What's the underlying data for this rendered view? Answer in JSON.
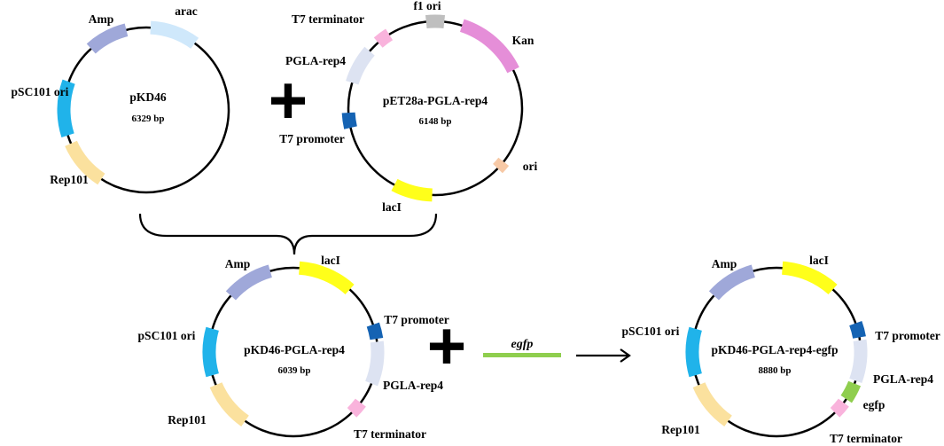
{
  "plasmids": [
    {
      "id": "pkd46",
      "name": "pKD46",
      "size": "6329 bp",
      "features": [
        {
          "label": "Amp",
          "color": "#9fa8d9"
        },
        {
          "label": "arac",
          "color": "#cfe8fb"
        },
        {
          "label": "pSC101 ori",
          "color": "#20b3ea"
        },
        {
          "label": "Rep101",
          "color": "#fbe19e"
        }
      ]
    },
    {
      "id": "pet28a",
      "name": "pET28a-PGLA-rep4",
      "size": "6148 bp",
      "features": [
        {
          "label": "T7 terminator",
          "color": "#f9b3dc"
        },
        {
          "label": "f1 ori",
          "color": "#bfbfbf"
        },
        {
          "label": "Kan",
          "color": "#e58ed8"
        },
        {
          "label": "PGLA-rep4",
          "color": "#dde3f2"
        },
        {
          "label": "T7 promoter",
          "color": "#1563b3"
        },
        {
          "label": "ori",
          "color": "#f7c9a6"
        },
        {
          "label": "lacI",
          "color": "#ffff1a"
        }
      ]
    },
    {
      "id": "pkd46rep4",
      "name": "pKD46-PGLA-rep4",
      "size": "6039 bp",
      "features": [
        {
          "label": "Amp",
          "color": "#9fa8d9"
        },
        {
          "label": "lacI",
          "color": "#ffff1a"
        },
        {
          "label": "T7 promoter",
          "color": "#1563b3"
        },
        {
          "label": "pSC101 ori",
          "color": "#20b3ea"
        },
        {
          "label": "PGLA-rep4",
          "color": "#dde3f2"
        },
        {
          "label": "Rep101",
          "color": "#fbe19e"
        },
        {
          "label": "T7 terminator",
          "color": "#f9b3dc"
        }
      ]
    },
    {
      "id": "pkd46egfp",
      "name": "pKD46-PGLA-rep4-egfp",
      "size": "8880 bp",
      "features": [
        {
          "label": "Amp",
          "color": "#9fa8d9"
        },
        {
          "label": "lacI",
          "color": "#ffff1a"
        },
        {
          "label": "pSC101 ori",
          "color": "#20b3ea"
        },
        {
          "label": "T7 promoter",
          "color": "#1563b3"
        },
        {
          "label": "PGLA-rep4",
          "color": "#dde3f2"
        },
        {
          "label": "egfp",
          "color": "#8fce4e"
        },
        {
          "label": "Rep101",
          "color": "#fbe19e"
        },
        {
          "label": "T7 terminator",
          "color": "#f9b3dc"
        }
      ]
    }
  ],
  "insert": {
    "label": "egfp",
    "color": "#8fce4e"
  },
  "symbols": {
    "plus": "+",
    "arrow": "right-arrow-icon",
    "brace": "curly-brace-icon"
  }
}
